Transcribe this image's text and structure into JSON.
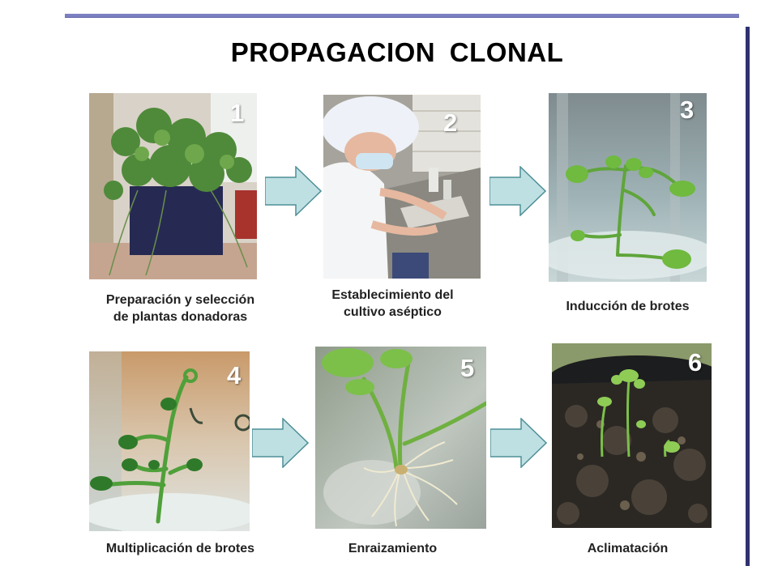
{
  "title": "PROPAGACION CLONAL",
  "steps": [
    {
      "number": "1",
      "caption_line1": "Preparación y selección",
      "caption_line2": "de plantas donadoras"
    },
    {
      "number": "2",
      "caption_line1": "Establecimiento del",
      "caption_line2": "cultivo aséptico"
    },
    {
      "number": "3",
      "caption_line1": "Inducción de brotes",
      "caption_line2": ""
    },
    {
      "number": "4",
      "caption_line1": "Multiplicación de brotes",
      "caption_line2": ""
    },
    {
      "number": "5",
      "caption_line1": "Enraizamiento",
      "caption_line2": ""
    },
    {
      "number": "6",
      "caption_line1": "Aclimatación",
      "caption_line2": ""
    }
  ],
  "colors": {
    "accent_rule": "#7c7fc1",
    "side_rule": "#2f3170",
    "arrow_fill": "#bfe0e3",
    "arrow_stroke": "#4f8f97"
  }
}
